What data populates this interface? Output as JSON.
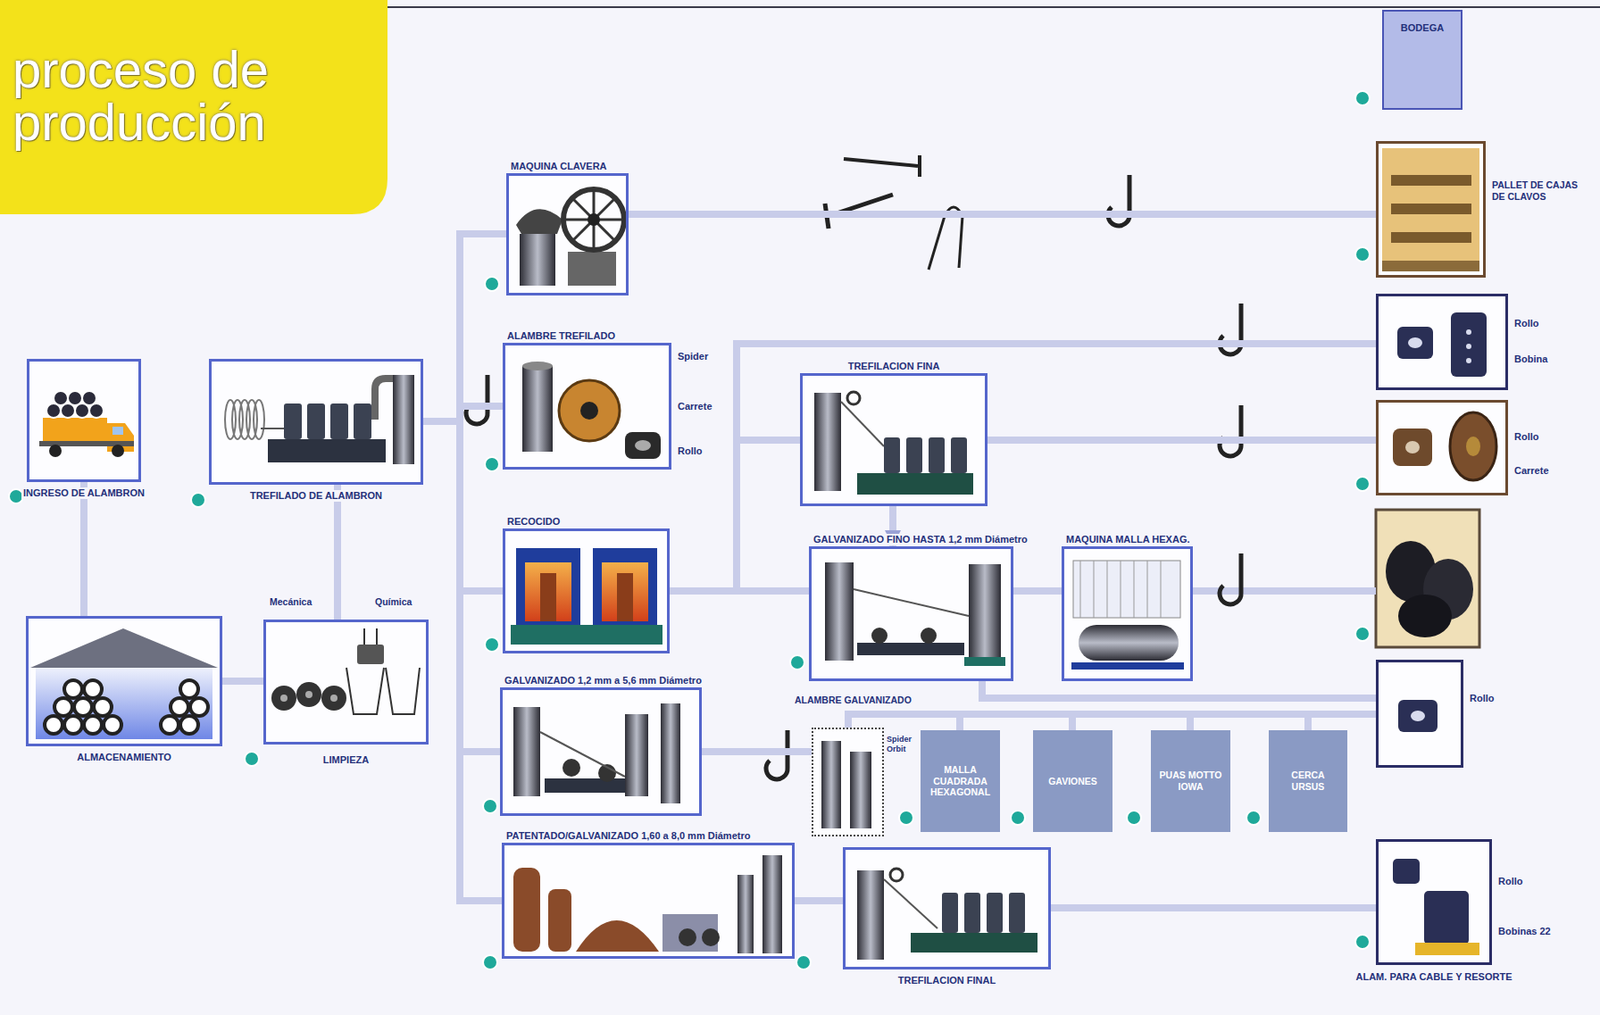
{
  "diagram": {
    "title": "proceso de producción",
    "nodes": [
      {
        "text": [
          "INGRESO DE ALAMBRON"
        ]
      },
      {
        "text": [
          "TREFILADO DE ALAMBRON"
        ]
      },
      {
        "text": [
          "ALMACENAMIENTO"
        ]
      },
      {
        "text": [
          "LIMPIEZA"
        ]
      },
      {
        "text": [
          "MAQUINA CLAVERA"
        ]
      },
      {
        "text": [
          "ALAMBRE TREFILADO",
          "Spider",
          "Carrete",
          "Rollo"
        ]
      },
      {
        "text": [
          "RECOCIDO"
        ]
      },
      {
        "text": [
          "GALVANIZADO 1,2 mm a 5,6 mm Diámetro"
        ]
      },
      {
        "text": [
          "PATENTADO/GALVANIZADO 1,60 a 8,0 mm Diámetro"
        ]
      },
      {
        "text": [
          "TREFILACION FINA"
        ]
      },
      {
        "text": [
          "GALVANIZADO FINO HASTA 1,2 mm Diámetro"
        ]
      },
      {
        "text": [
          "MAQUINA MALLA HEXAG."
        ]
      },
      {
        "text": [
          "Spider Orbit"
        ]
      },
      {
        "text": [
          "MALLA CUADRADA HEXAGONAL"
        ]
      },
      {
        "text": [
          "GAVIONES"
        ]
      },
      {
        "text": [
          "PUAS MOTTO IOWA"
        ]
      },
      {
        "text": [
          "CERCA URSUS"
        ]
      },
      {
        "text": [
          "TREFILACION FINAL"
        ]
      },
      {
        "text": [
          "BODEGA"
        ]
      },
      {
        "text": [
          "PALLET DE CAJAS DE CLAVOS"
        ]
      },
      {
        "text": [
          "Rollo",
          "Bobina"
        ]
      },
      {
        "text": [
          "Rollo",
          "Carrete"
        ]
      },
      {
        "text": [
          "Rollo"
        ]
      },
      {
        "text": [
          "Rollo",
          "Bobinas 22",
          "ALAM. PARA CABLE Y RESORTE"
        ]
      }
    ],
    "edges": [
      {
        "from": 0,
        "to": 2,
        "arrow": "none"
      },
      {
        "from": 2,
        "to": 3,
        "arrow": "none"
      },
      {
        "from": 3,
        "to": 1,
        "arrow": "none"
      },
      {
        "from": 1,
        "to": 4,
        "arrow": "none"
      },
      {
        "from": 1,
        "to": 5,
        "arrow": "none"
      },
      {
        "from": 1,
        "to": 6,
        "arrow": "none"
      },
      {
        "from": 1,
        "to": 7,
        "arrow": "none"
      },
      {
        "from": 1,
        "to": 8,
        "arrow": "none"
      },
      {
        "from": 4,
        "to": 19,
        "arrow": "none"
      },
      {
        "from": 6,
        "to": 20,
        "arrow": "none"
      },
      {
        "from": 6,
        "to": 9,
        "arrow": "none"
      },
      {
        "from": 6,
        "to": 10,
        "arrow": "none"
      },
      {
        "from": 9,
        "to": 21,
        "arrow": "none"
      },
      {
        "from": 9,
        "to": 10,
        "arrow": "to"
      },
      {
        "from": 10,
        "to": 11,
        "arrow": "none"
      },
      {
        "from": 10,
        "to": 22,
        "arrow": "none"
      },
      {
        "from": 7,
        "to": 12,
        "arrow": "none"
      },
      {
        "from": 12,
        "to": 13,
        "arrow": "none"
      },
      {
        "from": 12,
        "to": 14,
        "arrow": "none"
      },
      {
        "from": 12,
        "to": 15,
        "arrow": "none"
      },
      {
        "from": 12,
        "to": 16,
        "arrow": "none"
      },
      {
        "from": 12,
        "to": 22,
        "arrow": "none"
      },
      {
        "from": 8,
        "to": 17,
        "arrow": "none"
      },
      {
        "from": 17,
        "to": 23,
        "arrow": "none"
      }
    ],
    "labels": [
      "Mecánica",
      "Química",
      "ALAMBRE GALVANIZADO"
    ]
  }
}
